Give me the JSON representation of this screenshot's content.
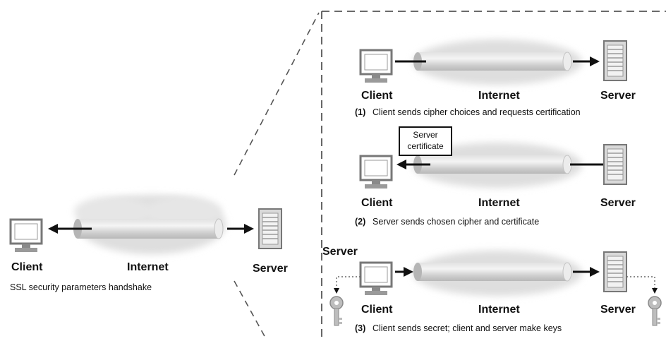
{
  "overview": {
    "client_label": "Client",
    "internet_label": "Internet",
    "server_label": "Server",
    "caption": "SSL security parameters handshake"
  },
  "steps": [
    {
      "number": "(1)",
      "client_label": "Client",
      "internet_label": "Internet",
      "server_label": "Server",
      "caption": "Client sends cipher choices and requests certification"
    },
    {
      "number": "(2)",
      "client_label": "Client",
      "internet_label": "Internet",
      "server_label": "Server",
      "caption": "Server sends chosen cipher and certificate",
      "certificate_line1": "Server",
      "certificate_line2": "certificate"
    },
    {
      "number": "(3)",
      "client_label": "Client",
      "internet_label": "Internet",
      "server_label": "Server",
      "caption": "Client sends secret; client and server make keys"
    }
  ],
  "detail_panel_label": "Server",
  "colors": {
    "ink": "#111111",
    "pipe_gray": "#c8c8c8",
    "cloud_gray": "#dcdcdc",
    "dash": "#555555"
  }
}
